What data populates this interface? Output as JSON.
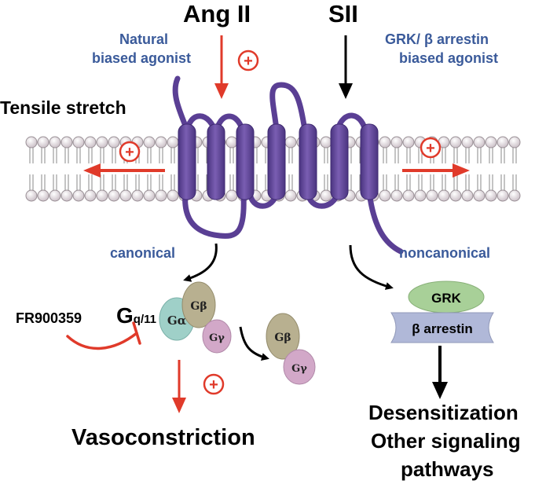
{
  "colors": {
    "receptor": "#6a4ea0",
    "receptor_dark": "#4a3480",
    "stimulate_arrow": "#e03a2a",
    "label_blue": "#3a5a9a",
    "lipid_head": "#dcd2d8",
    "g_alpha": "#9fd0c8",
    "g_beta": "#b8b090",
    "g_gamma": "#d2a8c8",
    "grk": "#a8d098",
    "arrestin": "#b0b8d8"
  },
  "ligands": {
    "ang2": "Ang II",
    "sii": "SII",
    "natural_line1": "Natural",
    "natural_line2": "biased agonist",
    "grk_line1": "GRK/ β arrestin",
    "grk_line2": "biased agonist"
  },
  "stretch_label": "Tensile stretch",
  "pathways": {
    "canonical": "canonical",
    "noncanonical": "noncanonical"
  },
  "inhibitor": "FR900359",
  "gq": {
    "main": "G",
    "sub": "q/11"
  },
  "subunits": {
    "alpha": "Gα",
    "beta": "Gβ",
    "gamma": "Gγ"
  },
  "grk": "GRK",
  "arrestin": "β arrestin",
  "stimulate_symbol": "+",
  "outcomes": {
    "left": "Vasoconstriction",
    "right_line1": "Desensitization",
    "right_line2": "Other signaling",
    "right_line3": "pathways"
  }
}
